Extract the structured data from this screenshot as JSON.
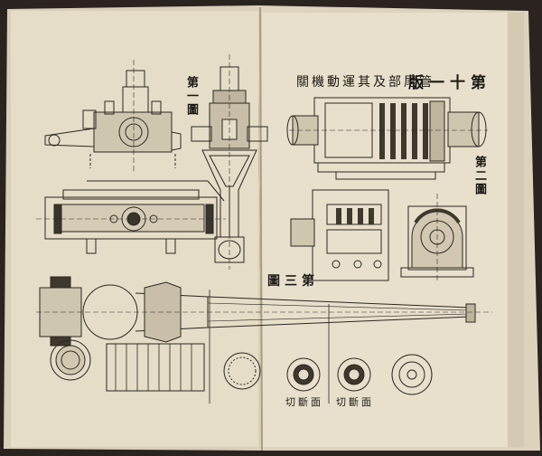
{
  "plate": {
    "title": "第十一版",
    "subtitle": "管尾部及其運動機關",
    "figure_1_label": "第一圖",
    "figure_2_label": "第二圖",
    "figure_3_label": "第三圖",
    "section_label_left": "面斷切",
    "section_label_right": "面斷切"
  },
  "colors": {
    "paper": "#e7dfcb",
    "ink": "#2b2722",
    "background": "#2a2320"
  }
}
